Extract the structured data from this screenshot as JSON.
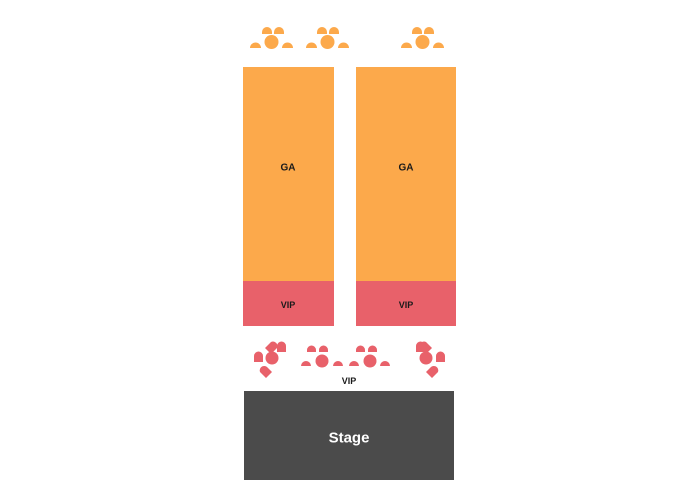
{
  "colors": {
    "ga": "#fca94b",
    "vip": "#e8616a",
    "stage": "#4b4b4b",
    "background": "#ffffff"
  },
  "sections": {
    "ga_left": {
      "label": "GA"
    },
    "ga_right": {
      "label": "GA"
    },
    "vip_left": {
      "label": "VIP"
    },
    "vip_right": {
      "label": "VIP"
    },
    "vip_tables": {
      "label": "VIP"
    },
    "stage": {
      "label": "Stage"
    }
  }
}
